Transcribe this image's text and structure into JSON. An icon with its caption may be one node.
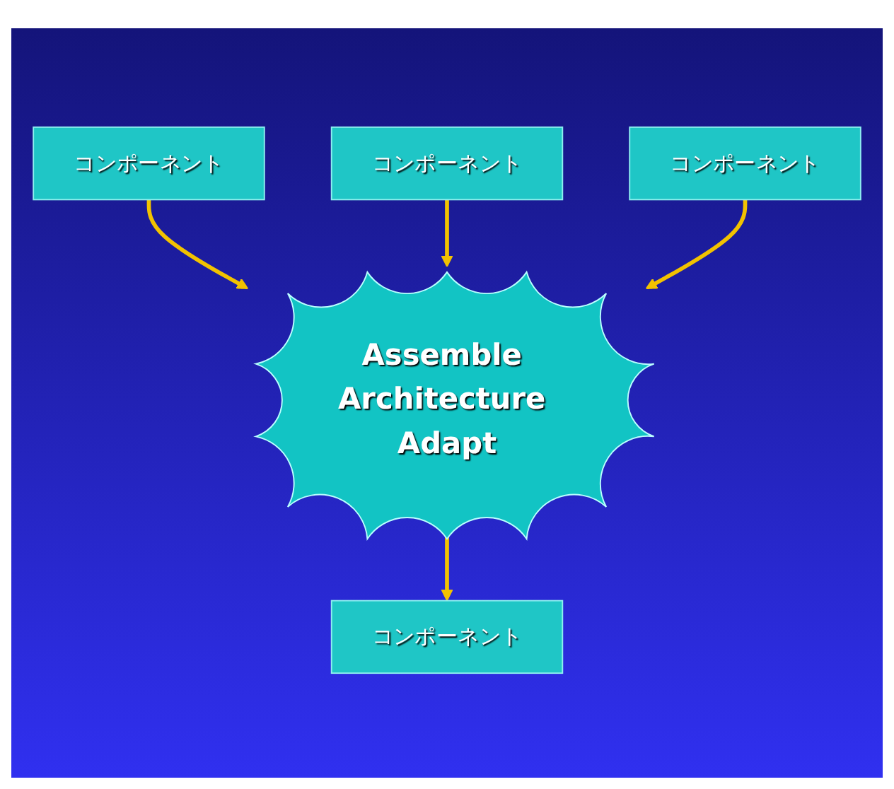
{
  "diagram": {
    "nodes": [
      {
        "text": [
          "コンポーネント"
        ]
      },
      {
        "text": [
          "コンポーネント"
        ]
      },
      {
        "text": [
          "Assemble Architecture Adapt"
        ]
      },
      {
        "text": [
          "コンポーネント"
        ]
      },
      {
        "text": [
          "コンポーネント"
        ]
      }
    ],
    "edges": [
      {
        "from": 0,
        "to": 2,
        "arrow": "to"
      },
      {
        "from": 1,
        "to": 2,
        "arrow": "to"
      },
      {
        "from": 3,
        "to": 2,
        "arrow": "to"
      },
      {
        "from": 2,
        "to": 4,
        "arrow": "to"
      }
    ]
  }
}
